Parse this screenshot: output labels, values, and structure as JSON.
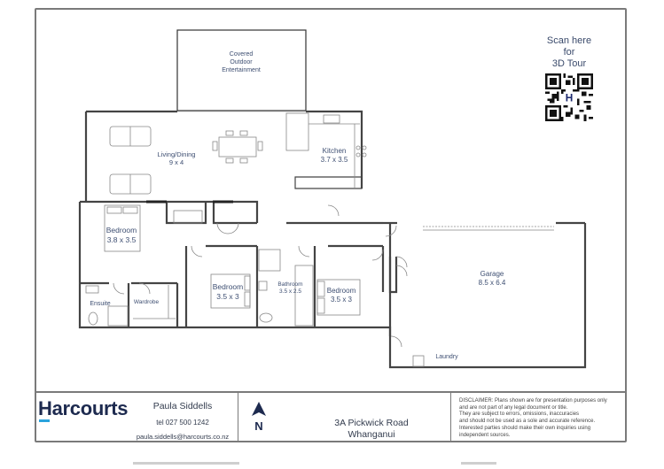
{
  "qr": {
    "line1": "Scan here",
    "line2": "for",
    "line3": "3D Tour",
    "center_badge": "H"
  },
  "rooms": {
    "outdoor": {
      "line1": "Covered",
      "line2": "Outdoor",
      "line3": "Entertainment"
    },
    "living": {
      "name": "Living/Dining",
      "size": "9 x 4"
    },
    "kitchen": {
      "name": "Kitchen",
      "size": "3.7 x 3.5"
    },
    "master": {
      "name": "Bedroom",
      "size": "3.8 x 3.5"
    },
    "bedroom2": {
      "name": "Bedroom",
      "size": "3.5 x 3"
    },
    "bathroom": {
      "name": "Bathroom",
      "size": "3.5 x 2.5"
    },
    "bedroom3": {
      "name": "Bedroom",
      "size": "3.5 x 3"
    },
    "ensuite": {
      "name": "Ensuite"
    },
    "wardrobe": {
      "name": "Wardrobe"
    },
    "garage": {
      "name": "Garage",
      "size": "8.5 x 6.4"
    },
    "laundry": {
      "name": "Laundry"
    }
  },
  "footer": {
    "brand": "Harcourts",
    "brand_color": "#1d2a4f",
    "brand_accent": "#2aa3dd",
    "agent_name": "Paula Siddells",
    "agent_tel": "tel 027 500 1242",
    "agent_email": "paula.siddells@harcourts.co.nz",
    "north_label": "N",
    "address_line1": "3A Pickwick Road",
    "address_line2": "Whanganui",
    "disclaimer": [
      "DISCLAIMER:  Plans shown are for presentation purposes only",
      "and are not part of any legal document or title.",
      "They are subject to errors, omissions, inaccuracies",
      "and should not be used as a sole and accurate reference.",
      "Interested parties should make their own inquiries using",
      "independent sources."
    ]
  }
}
